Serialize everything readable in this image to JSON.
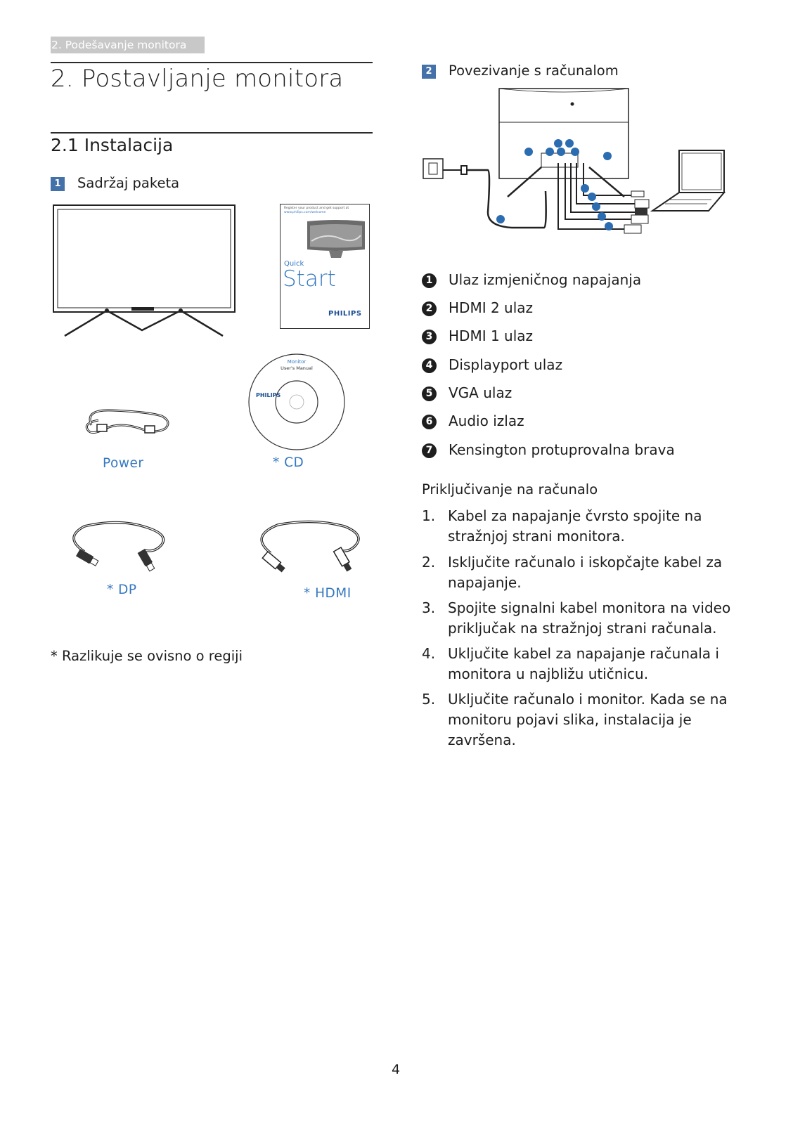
{
  "header": {
    "section_tab": "2. Podešavanje monitora"
  },
  "chapter": {
    "title": "2.  Postavljanje monitora"
  },
  "section": {
    "title": "2.1   Instalacija"
  },
  "package": {
    "badge": "1",
    "title": "Sadržaj paketa",
    "items": {
      "power": "Power",
      "cd": "* CD",
      "dp": "* DP",
      "hdmi": "* HDMI"
    },
    "note": "* Razlikuje se ovisno o regiji",
    "quick_start": {
      "register": "Register your product and get support at",
      "url": "www.philips.com/welcome",
      "quick": "Quick",
      "start": "Start",
      "brand": "PHILIPS"
    },
    "cd_label": {
      "monitor": "Monitor",
      "manual": "User's Manual",
      "brand": "PHILIPS"
    }
  },
  "connect": {
    "badge": "2",
    "title": "Povezivanje s računalom",
    "ports": [
      {
        "num": "1",
        "label": "Ulaz izmjeničnog napajanja"
      },
      {
        "num": "2",
        "label": "HDMI 2 ulaz"
      },
      {
        "num": "3",
        "label": "HDMI 1 ulaz"
      },
      {
        "num": "4",
        "label": "Displayport ulaz"
      },
      {
        "num": "5",
        "label": "VGA ulaz"
      },
      {
        "num": "6",
        "label": "Audio izlaz"
      },
      {
        "num": "7",
        "label": "Kensington protuprovalna brava"
      }
    ],
    "steps_title": "Priključivanje na računalo",
    "steps": [
      {
        "num": "1.",
        "text": "Kabel za napajanje čvrsto spojite na stražnjoj strani monitora."
      },
      {
        "num": "2.",
        "text": "Isključite računalo i iskopčajte kabel za napajanje."
      },
      {
        "num": "3.",
        "text": "Spojite signalni kabel monitora na video priključak na stražnjoj strani računala."
      },
      {
        "num": "4.",
        "text": "Uključite kabel za napajanje računala i monitora u najbližu utičnicu."
      },
      {
        "num": "5.",
        "text": "Uključite računalo i monitor. Kada se na monitoru pojavi slika, instalacija je završena."
      }
    ]
  },
  "page": {
    "number": "4"
  },
  "colors": {
    "accent": "#3578c0",
    "badge": "#4472a8",
    "rule": "#2b2b2b"
  }
}
